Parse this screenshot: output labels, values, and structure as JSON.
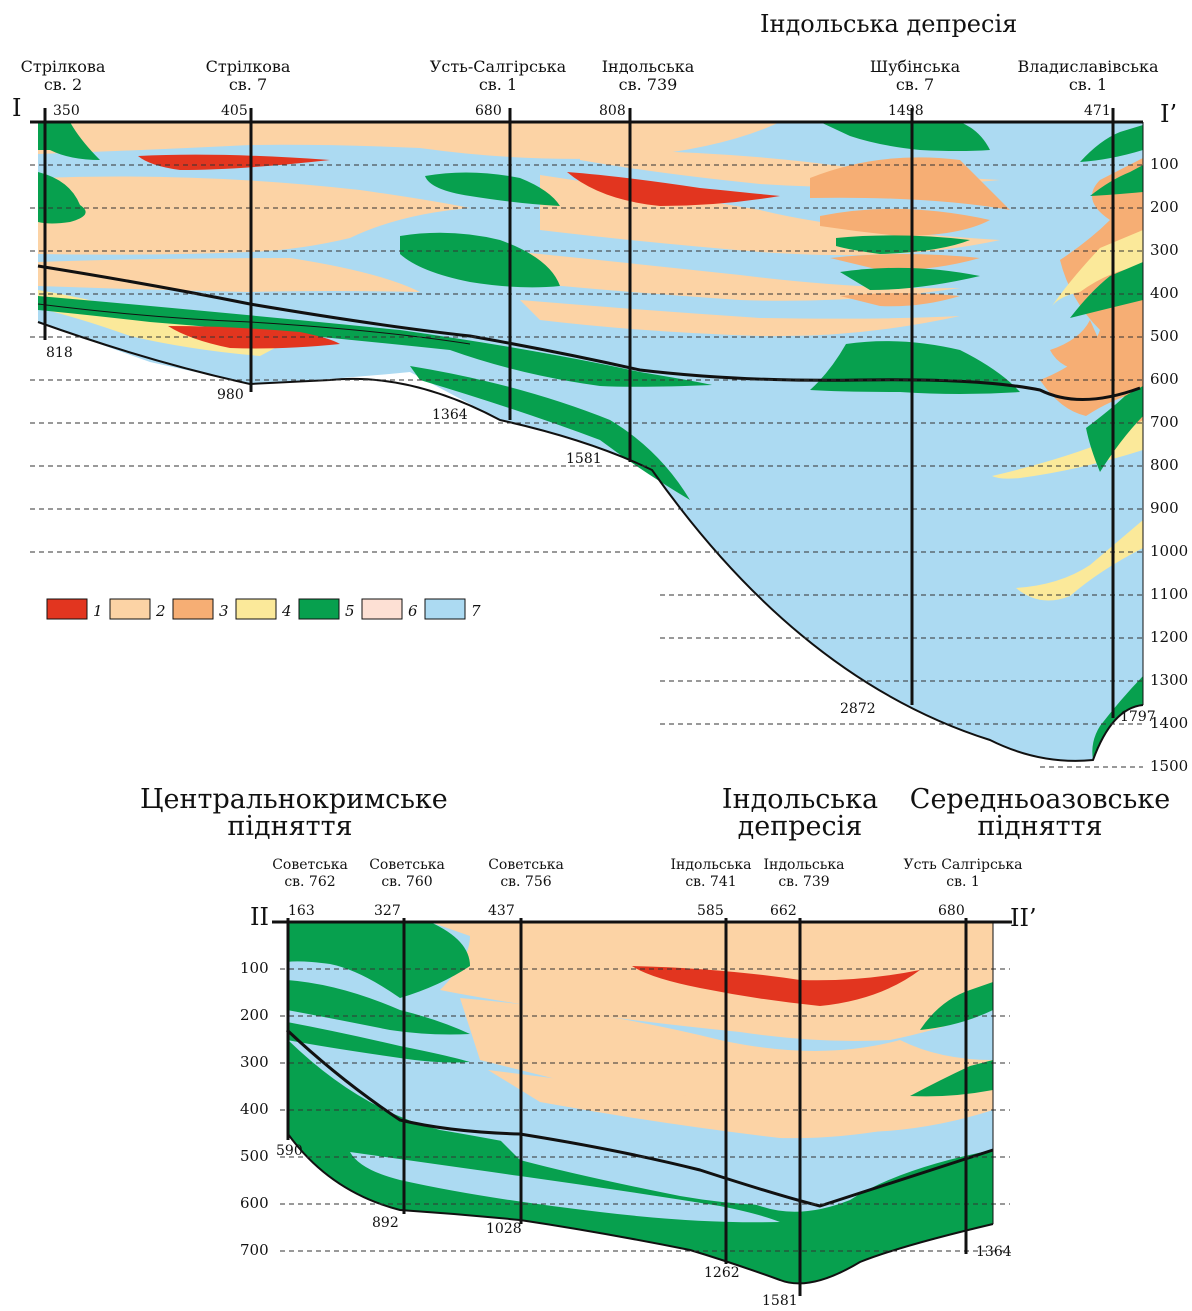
{
  "colors": {
    "1": "#e2351f",
    "2": "#fcd3a5",
    "3": "#f6ae74",
    "4": "#fbe99a",
    "5": "#07a04e",
    "6": "#fde0d4",
    "7": "#acdaf2",
    "line": "#111111"
  },
  "section1": {
    "title": "Індольська депресія",
    "start_label": "I",
    "end_label": "I’",
    "wells": [
      {
        "name": [
          "Стрілкова",
          "св. 2"
        ],
        "top": "350",
        "bottom": "818"
      },
      {
        "name": [
          "Стрілкова",
          "св. 7"
        ],
        "top": "405",
        "bottom": "980"
      },
      {
        "name": [
          "Усть-Салгірська",
          "св. 1"
        ],
        "top": "680",
        "bottom": "1364"
      },
      {
        "name": [
          "Індольська",
          "св. 739"
        ],
        "top": "808",
        "bottom": "1581"
      },
      {
        "name": [
          "Шубінська",
          "св. 7"
        ],
        "top": "1498",
        "bottom": "2872"
      },
      {
        "name": [
          "Владиславівська",
          "св. 1"
        ],
        "top": "471",
        "bottom": "1797"
      }
    ],
    "depths": [
      "100",
      "200",
      "300",
      "400",
      "500",
      "600",
      "700",
      "800",
      "900",
      "1000",
      "1100",
      "1200",
      "1300",
      "1400",
      "1500"
    ]
  },
  "section2": {
    "titles": [
      "Центральнокримське підняття",
      "Індольська депресія",
      "Середньоазовське підняття"
    ],
    "start_label": "II",
    "end_label": "II’",
    "wells": [
      {
        "name": [
          "Советська",
          "св. 762"
        ],
        "top": "163",
        "bottom": "590"
      },
      {
        "name": [
          "Советська",
          "св. 760"
        ],
        "top": "327",
        "bottom": "892"
      },
      {
        "name": [
          "Советська",
          "св. 756"
        ],
        "top": "437",
        "bottom": "1028"
      },
      {
        "name": [
          "Індольська",
          "св. 741"
        ],
        "top": "585",
        "bottom": "1262"
      },
      {
        "name": [
          "Індольська",
          "св. 739"
        ],
        "top": "662",
        "bottom": "1581"
      },
      {
        "name": [
          "Усть Салгірська",
          "св. 1"
        ],
        "top": "680",
        "bottom": "1364"
      }
    ],
    "depths": [
      "100",
      "200",
      "300",
      "400",
      "500",
      "600",
      "700"
    ]
  },
  "legend": [
    "1",
    "2",
    "3",
    "4",
    "5",
    "6",
    "7"
  ]
}
